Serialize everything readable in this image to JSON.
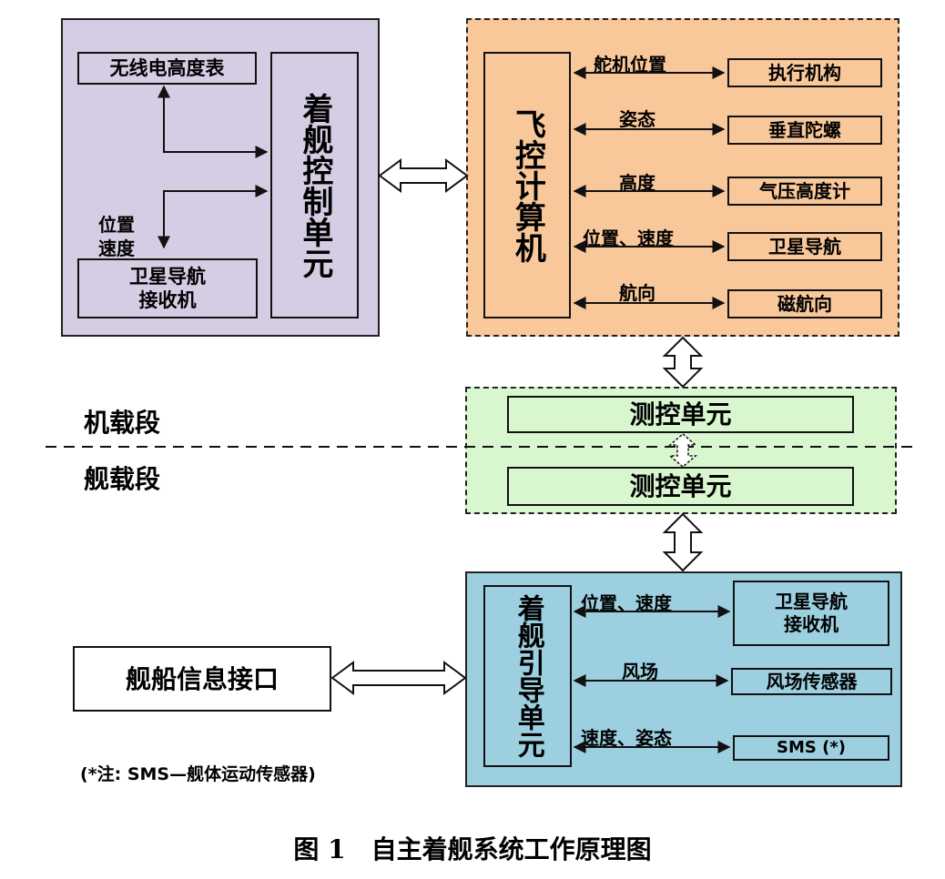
{
  "left_panel": {
    "radio_altimeter": "无线电高度表",
    "landing_control_unit": "着舰控制单元",
    "pos_speed_label_line1": "位置",
    "pos_speed_label_line2": "速度",
    "gnss_receiver_line1": "卫星导航",
    "gnss_receiver_line2": "接收机"
  },
  "flight_panel": {
    "computer": "飞控计算机",
    "links": [
      {
        "label": "舵机位置",
        "target": "执行机构"
      },
      {
        "label": "姿态",
        "target": "垂直陀螺"
      },
      {
        "label": "高度",
        "target": "气压高度计"
      },
      {
        "label": "位置、速度",
        "target": "卫星导航"
      },
      {
        "label": "航向",
        "target": "磁航向"
      }
    ]
  },
  "segments": {
    "airborne": "机载段",
    "shipborne": "舰载段"
  },
  "tt_c": {
    "upper": "测控单元",
    "lower": "测控单元"
  },
  "ship_info_interface": "舰船信息接口",
  "guidance_panel": {
    "unit": "着舰引导单元",
    "links": [
      {
        "label": "位置、速度",
        "target_line1": "卫星导航",
        "target_line2": "接收机"
      },
      {
        "label": "风场",
        "target_line1": "风场传感器",
        "target_line2": ""
      },
      {
        "label": "速度、姿态",
        "target_line1": "SMS (*)",
        "target_line2": ""
      }
    ]
  },
  "note": "(*注: SMS—舰体运动传感器)",
  "caption": "图 1　自主着舰系统工作原理图",
  "colors": {
    "left_panel_bg": "#d5cde3",
    "flight_panel_bg": "#f9c89a",
    "ttc_panel_bg": "#d9f7cf",
    "guidance_panel_bg": "#9ccfe0"
  }
}
